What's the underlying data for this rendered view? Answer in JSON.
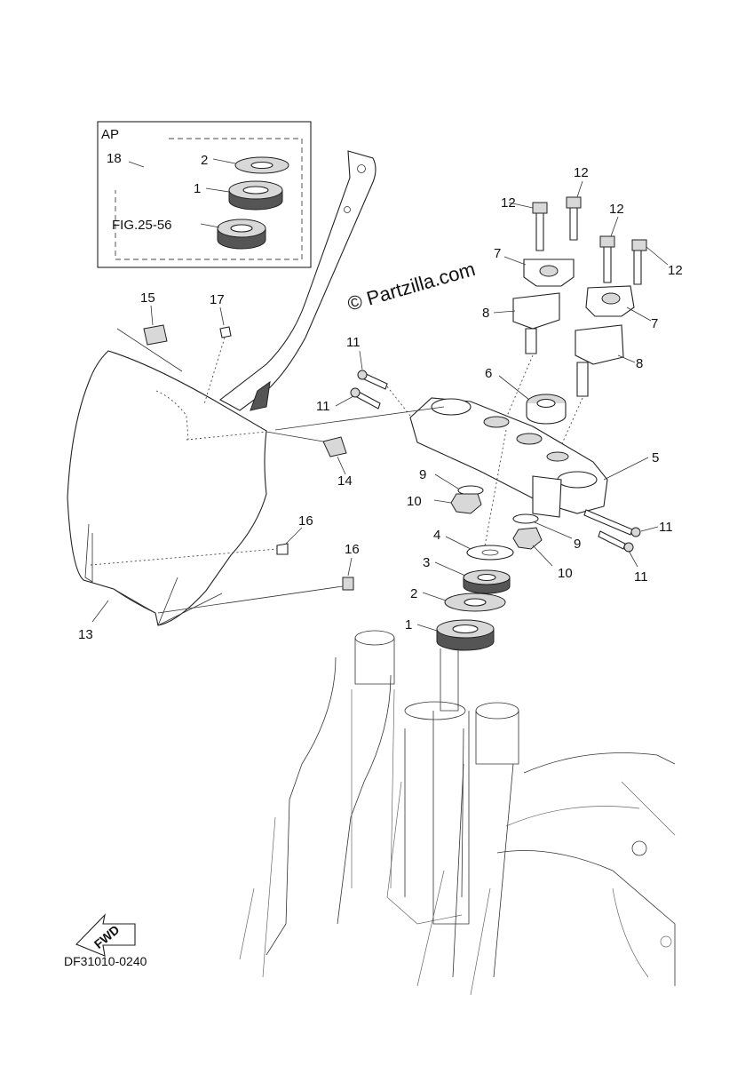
{
  "inset": {
    "title": "AP",
    "ref": "FIG.25-56"
  },
  "watermark": "© Partzilla.com",
  "drawing_code": "DF31010-0240",
  "fwd": "FWD",
  "callouts": {
    "c1a": "1",
    "c2a": "2",
    "c18": "18",
    "c15": "15",
    "c17": "17",
    "c13": "13",
    "c14": "14",
    "c16a": "16",
    "c16b": "16",
    "c12a": "12",
    "c12b": "12",
    "c12c": "12",
    "c12d": "12",
    "c7a": "7",
    "c7b": "7",
    "c8a": "8",
    "c8b": "8",
    "c11a": "11",
    "c11b": "11",
    "c11c": "11",
    "c11d": "11",
    "c6": "6",
    "c5": "5",
    "c9a": "9",
    "c9b": "9",
    "c10a": "10",
    "c10b": "10",
    "c4": "4",
    "c3": "3",
    "c2b": "2",
    "c1b": "1"
  }
}
